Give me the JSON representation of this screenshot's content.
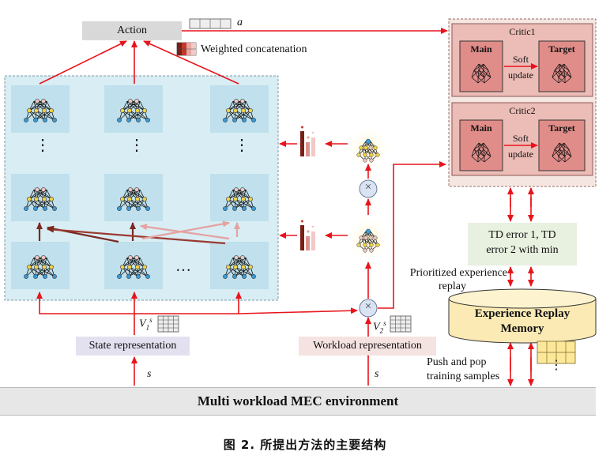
{
  "labels": {
    "action": "Action",
    "a_symbol": "a",
    "weighted_concat": "Weighted concatenation",
    "critic1": "Critic1",
    "critic2": "Critic2",
    "main": "Main",
    "target": "Target",
    "soft": "Soft",
    "update": "update",
    "td_error_line1": "TD error 1, TD",
    "td_error_line2": "error 2 with min",
    "prioritized_line1": "Prioritized experience",
    "prioritized_line2": "replay",
    "memory_line1": "Experience Replay",
    "memory_line2": "Memory",
    "push_pop_line1": "Push and pop",
    "push_pop_line2": "training samples",
    "state_representation": "State representation",
    "workload_representation": "Workload representation",
    "v1": "V",
    "v1_sub": "1",
    "v1_sup": "s",
    "v2": "V",
    "v2_sub": "2",
    "v2_sup": "s",
    "s_left": "s",
    "s_right": "s",
    "environment": "Multi workload MEC environment",
    "vdots": "⋮",
    "hdots": "…",
    "times": "×"
  },
  "caption": "图 2. 所提出方法的主要结构",
  "colors": {
    "arrow_red": "#e8141b",
    "panel_blue": "#d8edf4",
    "tile_blue": "#bfe0ec",
    "critic_outer": "#f5dcd6",
    "critic_inner": "#e7a6a1",
    "memory_fill": "#fbeab4",
    "grid_yellow": "#fde89a"
  }
}
